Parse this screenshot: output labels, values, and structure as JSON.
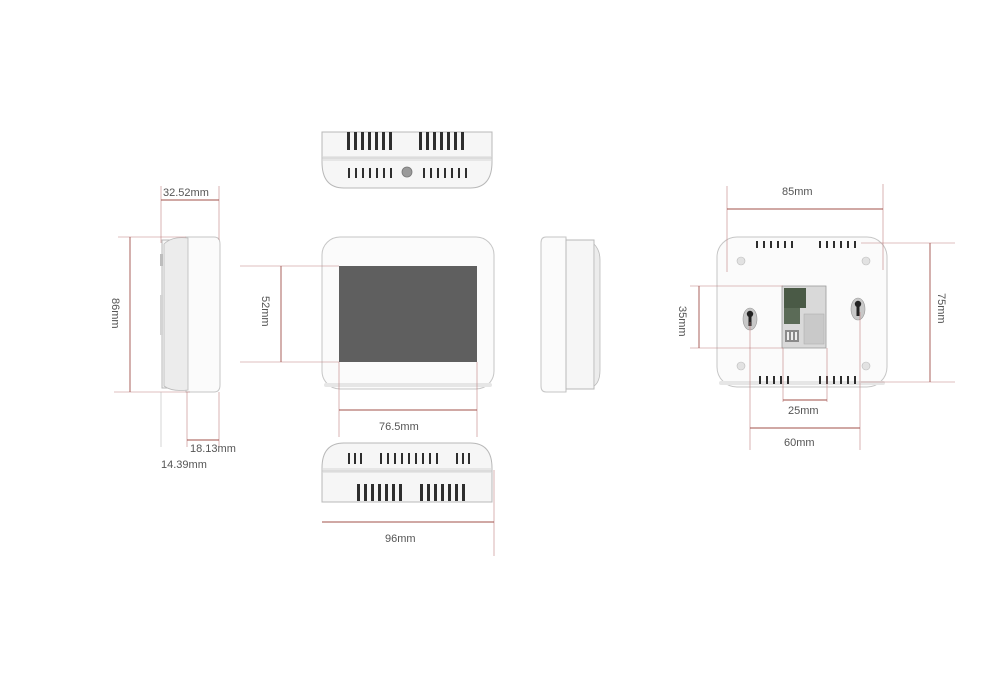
{
  "colors": {
    "dimension_line": "#a0504a",
    "housing": "#f6f6f6",
    "screen": "#5f5f5f",
    "pcb": "#4a5a46",
    "slot": "#2e2e2e"
  },
  "dimensions": {
    "side_depth_total": "32.52mm",
    "side_height": "86mm",
    "side_back_depth": "18.13mm",
    "side_front_depth": "14.39mm",
    "screen_height": "52mm",
    "screen_width": "76.5mm",
    "overall_width": "96mm",
    "back_width": "85mm",
    "back_height": "75mm",
    "mount_hole_vertical": "35mm",
    "terminal_width": "25mm",
    "mount_hole_spacing": "60mm"
  }
}
